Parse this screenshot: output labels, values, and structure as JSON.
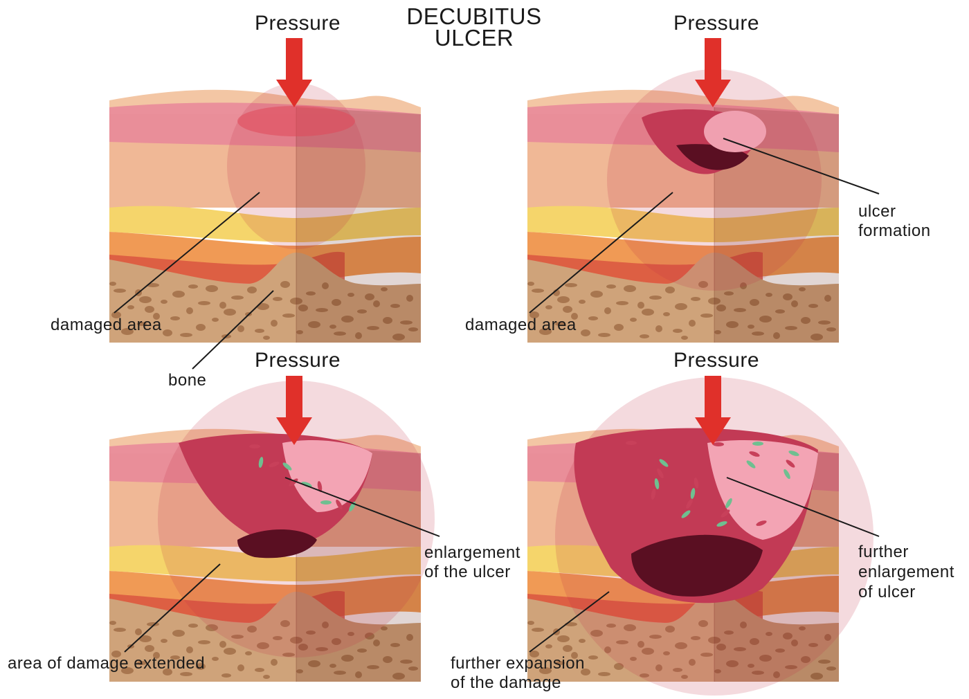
{
  "title": {
    "line1": "DECUBITUS",
    "line2": "ULCER"
  },
  "panels": [
    {
      "pressure_label": "Pressure",
      "stage": "surface",
      "labels": {
        "damaged": "damaged area",
        "bone": "bone"
      }
    },
    {
      "pressure_label": "Pressure",
      "stage": "ulcer",
      "labels": {
        "damaged": "damaged area",
        "ulcer_line1": "ulcer",
        "ulcer_line2": "formation"
      }
    },
    {
      "pressure_label": "Pressure",
      "stage": "enlarged",
      "labels": {
        "enlargement_line1": "enlargement",
        "enlargement_line2": "of the ulcer",
        "extended": "area of damage extended"
      }
    },
    {
      "pressure_label": "Pressure",
      "stage": "further",
      "labels": {
        "further_line1": "further",
        "further_line2": "enlargement",
        "further_line3": "of ulcer",
        "expansion_line1": "further expansion",
        "expansion_line2": "of the damage"
      }
    }
  ],
  "colors": {
    "arrow": "#e0302a",
    "skin_top": "#f3c6a4",
    "epidermis": "#e8869a",
    "dermis": "#f0b896",
    "fat": "#f5d56b",
    "muscle_light": "#f09a55",
    "muscle_dark": "#d8503e",
    "bone": "#cfa37a",
    "bone_pore": "#a8764f",
    "ulcer": "#c23a55",
    "ulcer_deep": "#5a0f22",
    "bacteria": "#6fbf90"
  }
}
